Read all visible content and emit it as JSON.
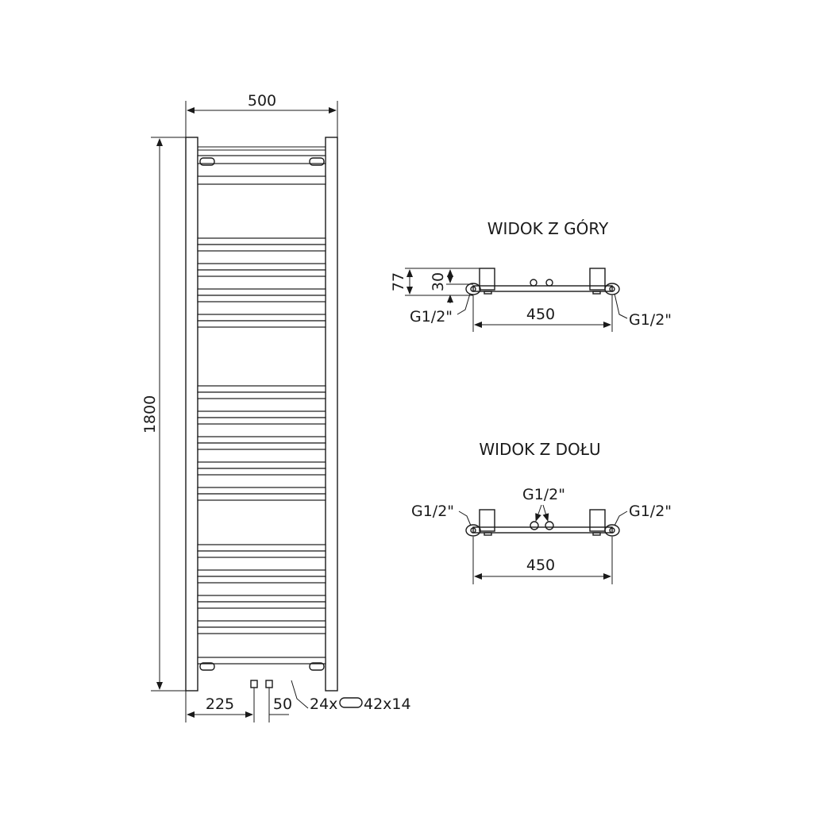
{
  "front_view": {
    "width_label": "500",
    "height_label": "1800",
    "left_offset_label": "225",
    "spacing_label": "50",
    "tube_count_label": "24x",
    "tube_size_label": "42x14"
  },
  "top_view": {
    "title": "WIDOK Z GÓRY",
    "depth_label": "77",
    "offset_label": "30",
    "connection_left": "G1/2\"",
    "connection_right": "G1/2\"",
    "width_label": "450"
  },
  "bottom_view": {
    "title": "WIDOK Z DOŁU",
    "connection_left": "G1/2\"",
    "connection_center": "G1/2\"",
    "connection_right": "G1/2\"",
    "width_label": "450"
  },
  "colors": {
    "line": "#1a1a1a",
    "background": "#ffffff"
  }
}
